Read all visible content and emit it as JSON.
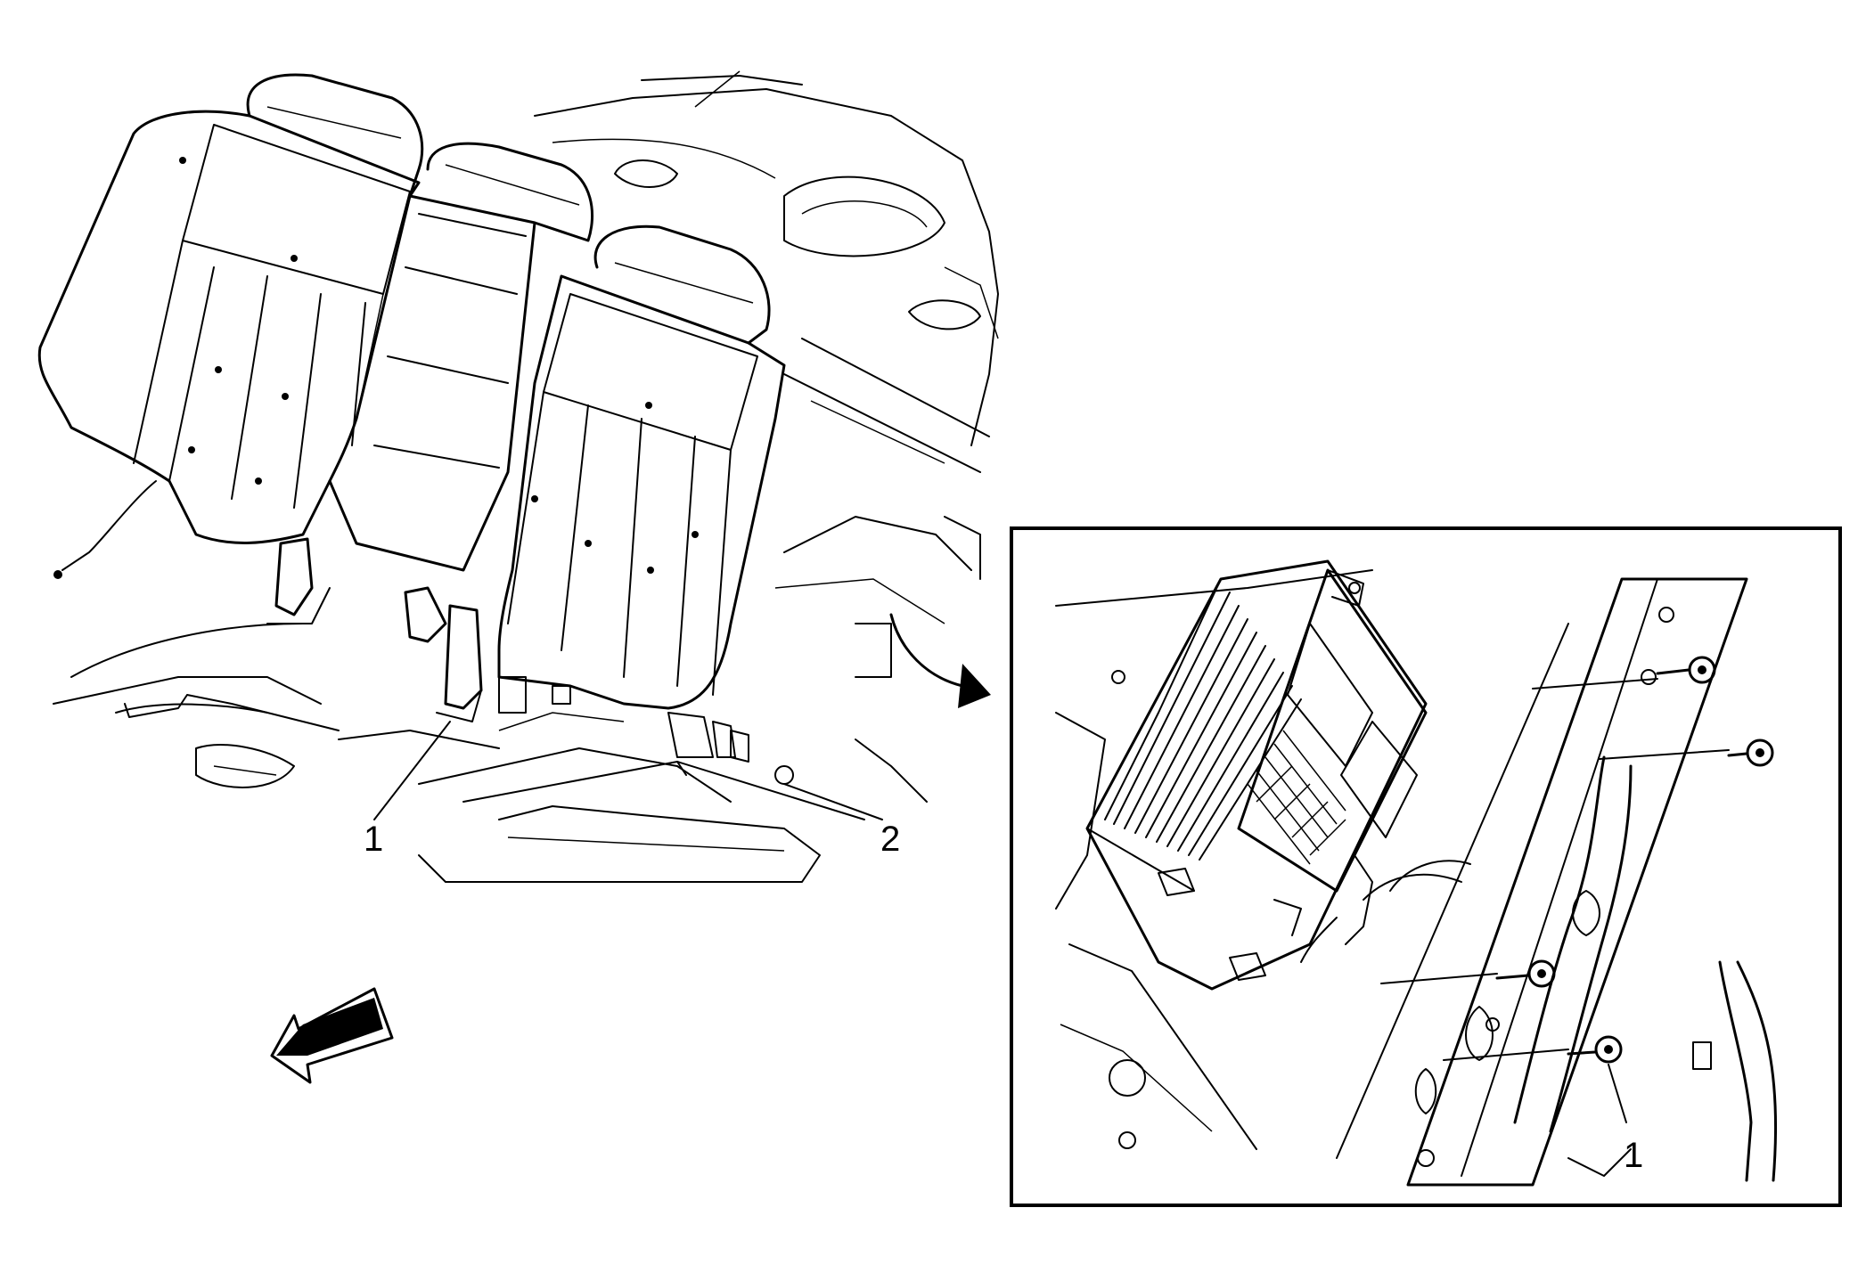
{
  "callouts": {
    "seat_belt_buckle": "1",
    "seat_back_bolts": "2",
    "amplifier_bolts": "1"
  },
  "colors": {
    "ink": "#000000",
    "paper": "#ffffff"
  }
}
